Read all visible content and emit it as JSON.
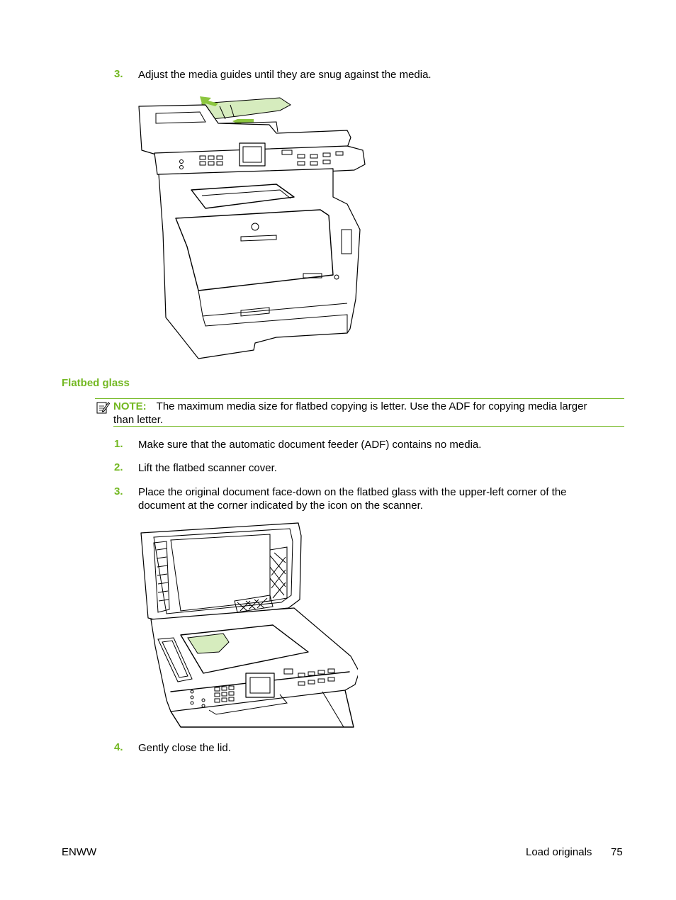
{
  "steps_top": [
    {
      "num": "3.",
      "text": "Adjust the media guides until they are snug against the media."
    }
  ],
  "section_heading": "Flatbed glass",
  "note": {
    "label": "NOTE:",
    "line1": "The maximum media size for flatbed copying is letter. Use the ADF for copying media larger",
    "line2": "than letter."
  },
  "steps_flatbed": [
    {
      "num": "1.",
      "text": "Make sure that the automatic document feeder (ADF) contains no media."
    },
    {
      "num": "2.",
      "text": "Lift the flatbed scanner cover."
    },
    {
      "num": "3.",
      "line1": "Place the original document face-down on the flatbed glass with the upper-left corner of the",
      "line2": "document at the corner indicated by the icon on the scanner."
    },
    {
      "num": "4.",
      "text": "Gently close the lid."
    }
  ],
  "footer": {
    "left": "ENWW",
    "section": "Load originals",
    "page": "75"
  },
  "colors": {
    "accent": "#73b822",
    "paper": "#d6ecbe"
  },
  "icons": [
    "note-pencil-icon"
  ]
}
